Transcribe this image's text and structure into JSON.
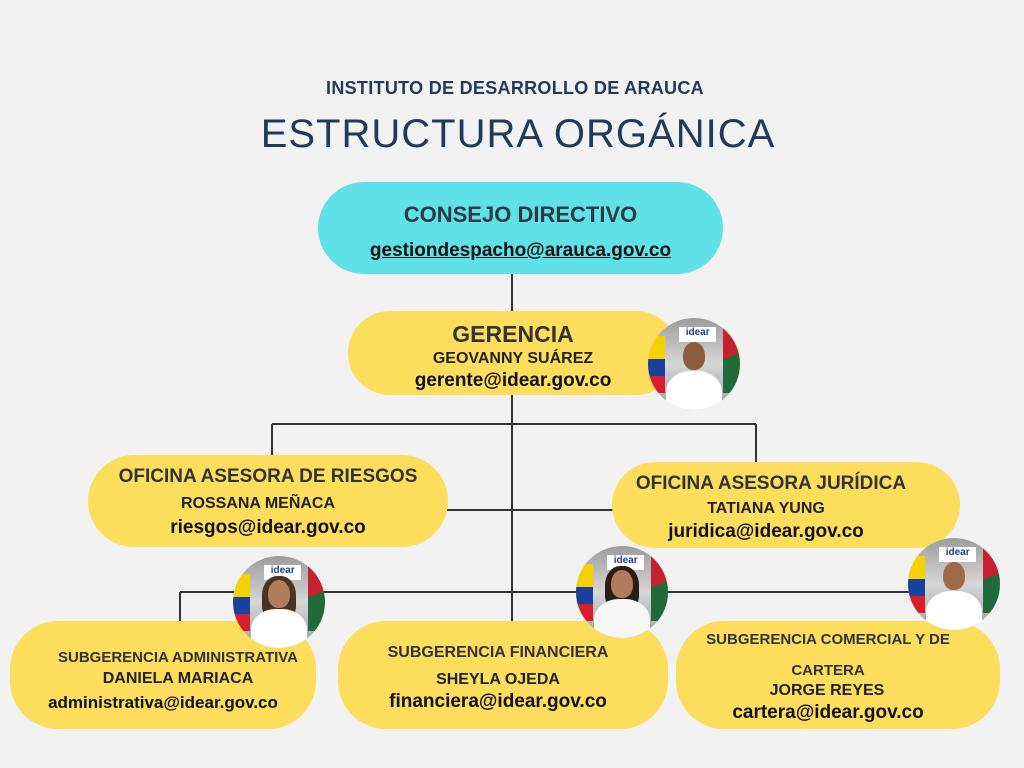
{
  "header": {
    "subtitle": "INSTITUTO DE DESARROLLO DE ARAUCA",
    "title": "ESTRUCTURA ORGÁNICA"
  },
  "consejo": {
    "title": "CONSEJO DIRECTIVO",
    "email": "gestiondespacho@arauca.gov.co"
  },
  "gerencia": {
    "title": "GERENCIA",
    "name": "GEOVANNY SUÁREZ",
    "email": "gerente@idear.gov.co"
  },
  "riesgos": {
    "title": "OFICINA ASESORA DE RIESGOS",
    "name": "ROSSANA MEÑACA",
    "email": "riesgos@idear.gov.co"
  },
  "juridica": {
    "title": "OFICINA ASESORA JURÍDICA",
    "name": "TATIANA YUNG",
    "email": "juridica@idear.gov.co"
  },
  "administrativa": {
    "title": "SUBGERENCIA ADMINISTRATIVA",
    "name": "DANIELA MARIACA",
    "email": "administrativa@idear.gov.co"
  },
  "financiera": {
    "title": "SUBGERENCIA FINANCIERA",
    "name": "SHEYLA OJEDA",
    "email": "financiera@idear.gov.co"
  },
  "comercial": {
    "title_line1": "SUBGERENCIA COMERCIAL Y DE",
    "title_line2": "CARTERA",
    "name": "JORGE REYES",
    "email": "cartera@idear.gov.co"
  },
  "photo_logo": "idear",
  "colors": {
    "background": "#f2f2f2",
    "heading": "#1f3a5a",
    "pill_yellow": "#fddd5c",
    "pill_cyan": "#5ee2e8"
  }
}
